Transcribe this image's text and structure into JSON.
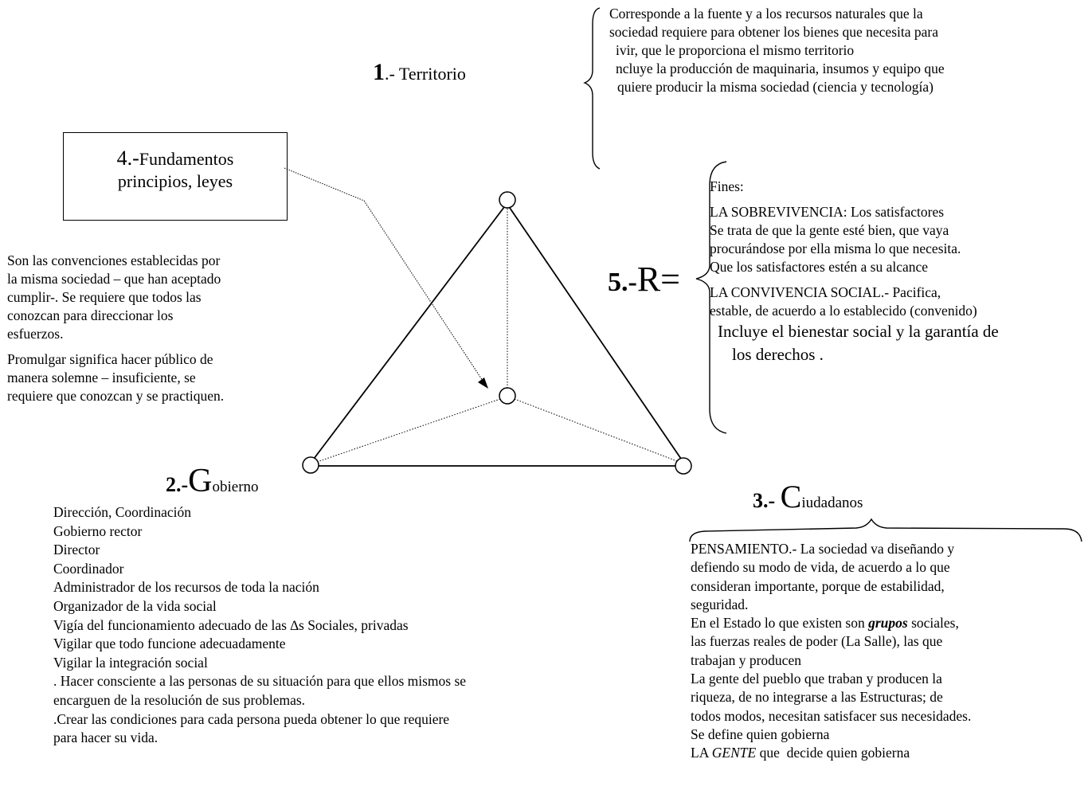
{
  "territorio": {
    "number": "1",
    "title": ".- Territorio",
    "description": [
      "Corresponde a la fuente y a los recursos naturales que la",
      "sociedad requiere para obtener los bienes que necesita para",
      "ivir, que le proporciona el mismo territorio",
      "ncluye la producción de maquinaria, insumos y equipo que",
      "quiere producir la misma sociedad (ciencia y tecnología)"
    ]
  },
  "fundamentos": {
    "number": "4.-",
    "title": "Fundamentos",
    "subtitle": "principios, leyes",
    "paragraph1": [
      "Son las convenciones establecidas por",
      "la misma sociedad – que han aceptado",
      "cumplir-. Se requiere que todos las",
      "conozcan para direccionar los",
      "esfuerzos."
    ],
    "paragraph2": [
      "Promulgar significa hacer público de",
      "manera solemne – insuficiente,  se",
      "requiere que conozcan y se practiquen."
    ]
  },
  "gobierno": {
    "number": "2",
    "dash": ".-",
    "initial": "G",
    "rest": "obierno",
    "items": [
      "Dirección, Coordinación",
      "Gobierno rector",
      "Director",
      "Coordinador",
      "Administrador de los recursos de toda la nación",
      "Organizador de la vida social",
      "Vigía del funcionamiento adecuado de las ∆s Sociales, privadas",
      "Vigilar que todo funcione adecuadamente",
      "Vigilar la integración social",
      ". Hacer consciente a las personas de su situación para que ellos mismos se",
      "encarguen de la resolución de sus problemas.",
      ".Crear las condiciones para cada persona pueda obtener lo que requiere",
      "para hacer su vida."
    ]
  },
  "ciudadanos": {
    "number": "3",
    "dash": ".- ",
    "initial": "C",
    "rest": "iudadanos",
    "lines": [
      "PENSAMIENTO.- La sociedad va diseñando y",
      "defiendo su modo de vida, de acuerdo a lo que",
      "consideran importante, porque de estabilidad,",
      "seguridad."
    ],
    "estado_pre": "En el Estado lo que existen son ",
    "estado_em": "grupos",
    "estado_post": " sociales,",
    "lines2": [
      "las fuerzas reales de poder (La Salle), las que",
      "trabajan y producen",
      "La gente del pueblo que traban y producen la",
      "riqueza, de no integrarse a las Estructuras; de",
      "todos modos, necesitan satisfacer sus necesidades.",
      "Se define quien gobierna"
    ],
    "last_pre": "LA ",
    "last_em": "GENTE",
    "last_post": " que  decide quien gobierna"
  },
  "resultado": {
    "number": "5.-",
    "label": "R=",
    "fines": "Fines:",
    "sobrevivencia": [
      "LA SOBREVIVENCIA: Los satisfactores",
      "Se trata de que la gente esté bien, que vaya",
      "procurándose por ella misma lo que necesita.",
      "Que los satisfactores estén a su alcance"
    ],
    "convivencia": [
      "LA CONVIVENCIA SOCIAL.- Pacifica,",
      "estable, de acuerdo a lo establecido (convenido)"
    ],
    "bienestar_1": "Incluye el bienestar social y la garantía de",
    "bienestar_2": "los derechos ."
  }
}
